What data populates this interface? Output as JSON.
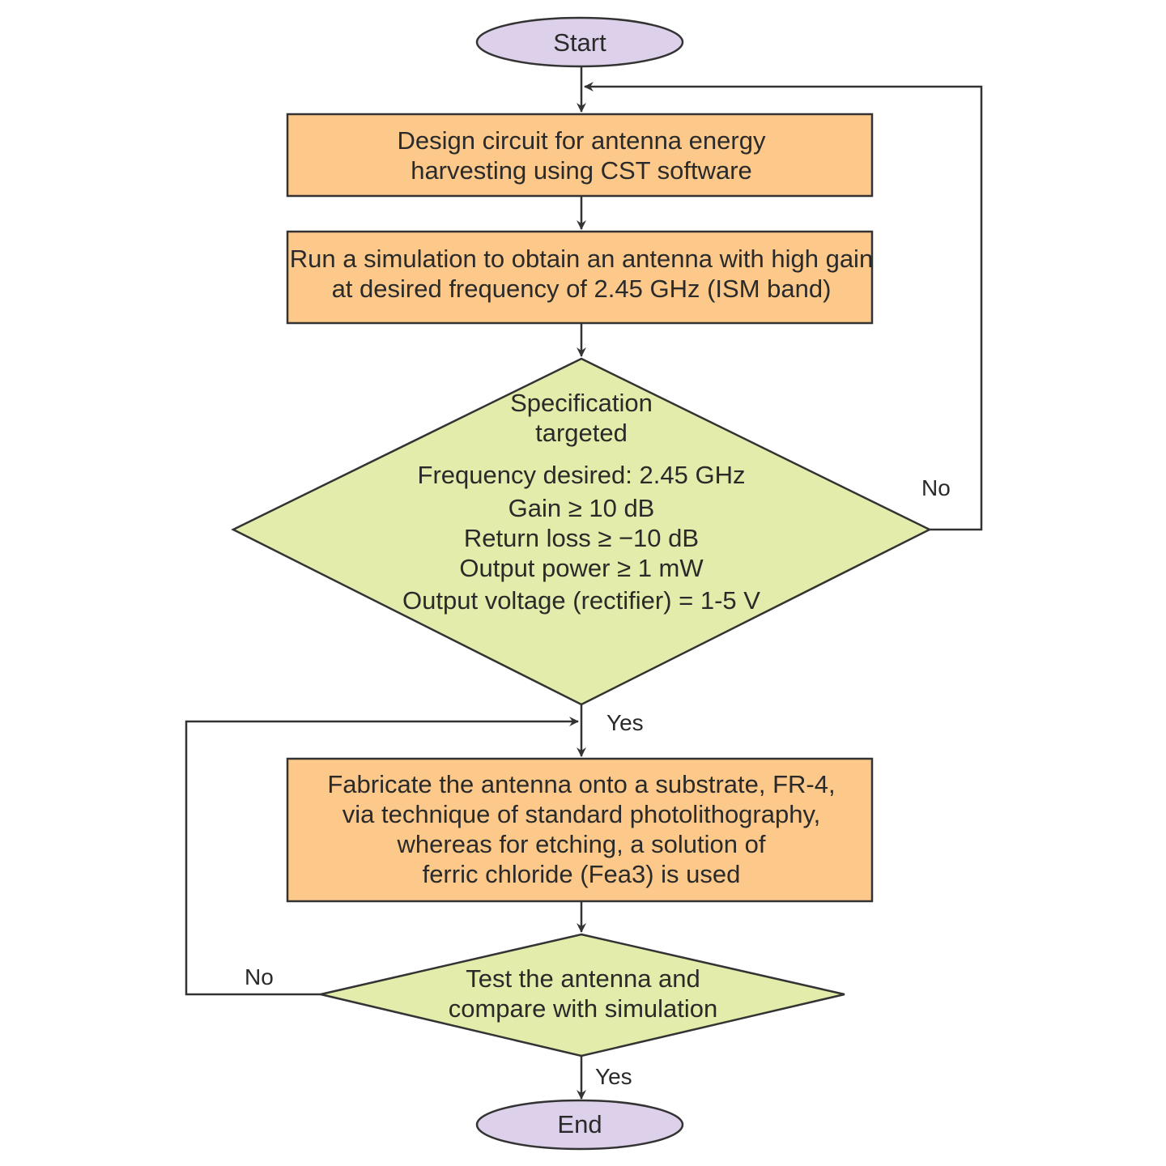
{
  "flowchart": {
    "start": {
      "label": "Start"
    },
    "design": {
      "lines": [
        "Design circuit for antenna energy",
        "harvesting using CST software"
      ]
    },
    "simulate": {
      "lines": [
        "Run a simulation to obtain an antenna with high gain",
        "at desired frequency of 2.45 GHz (ISM band)"
      ]
    },
    "spec": {
      "lines": [
        "Specification",
        "targeted",
        "Frequency desired: 2.45 GHz",
        "Gain ≥ 10 dB",
        "Return loss ≥ −10 dB",
        "Output power ≥ 1 mW",
        "Output voltage (rectifier) = 1-5 V"
      ]
    },
    "fabricate": {
      "lines": [
        "Fabricate the antenna onto a substrate, FR-4,",
        "via technique of standard photolithography,",
        "whereas for etching, a solution of",
        "ferric chloride (Fea3) is used"
      ]
    },
    "test": {
      "lines": [
        "Test the antenna and",
        "compare with simulation"
      ]
    },
    "end": {
      "label": "End"
    },
    "edges": {
      "spec_no": "No",
      "spec_yes": "Yes",
      "test_no": "No",
      "test_yes": "Yes"
    }
  }
}
